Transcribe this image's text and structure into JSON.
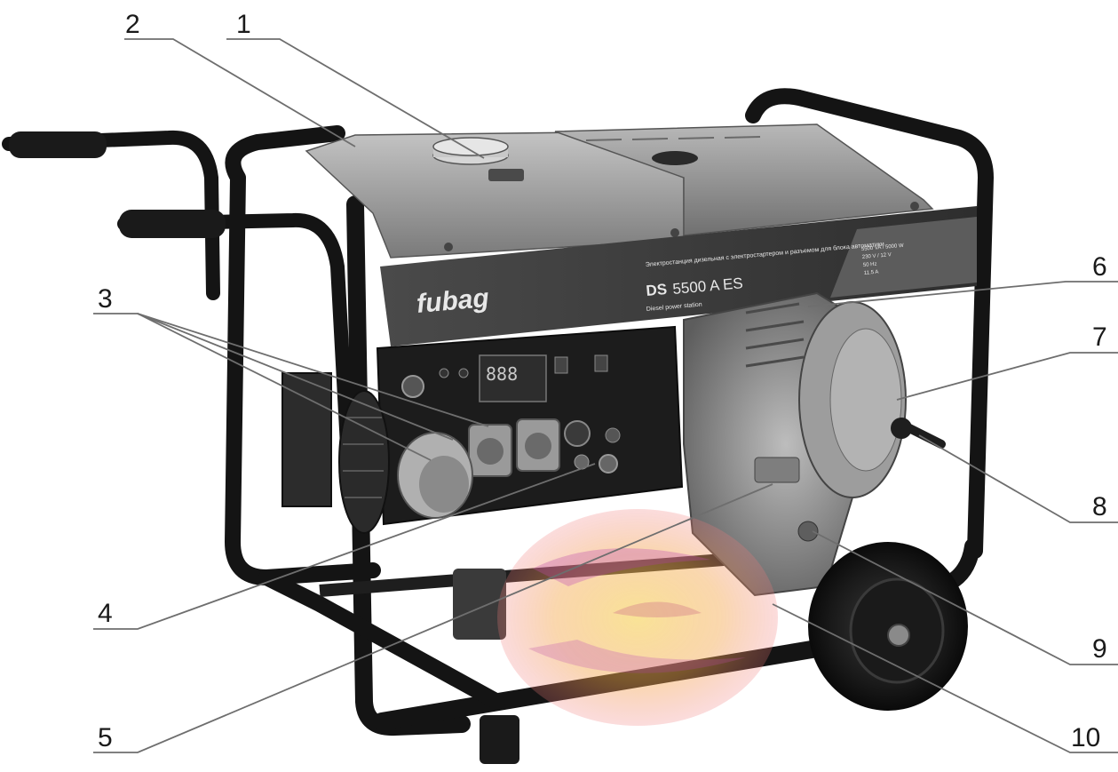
{
  "callouts": [
    {
      "number": "1"
    },
    {
      "number": "2"
    },
    {
      "number": "3"
    },
    {
      "number": "4"
    },
    {
      "number": "5"
    },
    {
      "number": "6"
    },
    {
      "number": "7"
    },
    {
      "number": "8"
    },
    {
      "number": "9"
    },
    {
      "number": "10"
    }
  ],
  "product": {
    "brand": "fubag",
    "model_prefix": "DS",
    "model_rest": "5500 A ES",
    "tagline": "Diesel power station",
    "desc_ru": "Электростанция дизельная с электростартером и разъемом для блока автоматики",
    "specs": [
      "5500 VA / 5000 W",
      "230 V / 12 V",
      "50 Hz",
      "11.5 A"
    ],
    "display_digits": "888"
  },
  "colors": {
    "frame": "#141414",
    "panel": "#1c1c1c",
    "housing": "#8e8e8e",
    "housing_light": "#b5b5b5",
    "banner": "#3d3d3d",
    "accent_display": "#c9c9c9"
  }
}
